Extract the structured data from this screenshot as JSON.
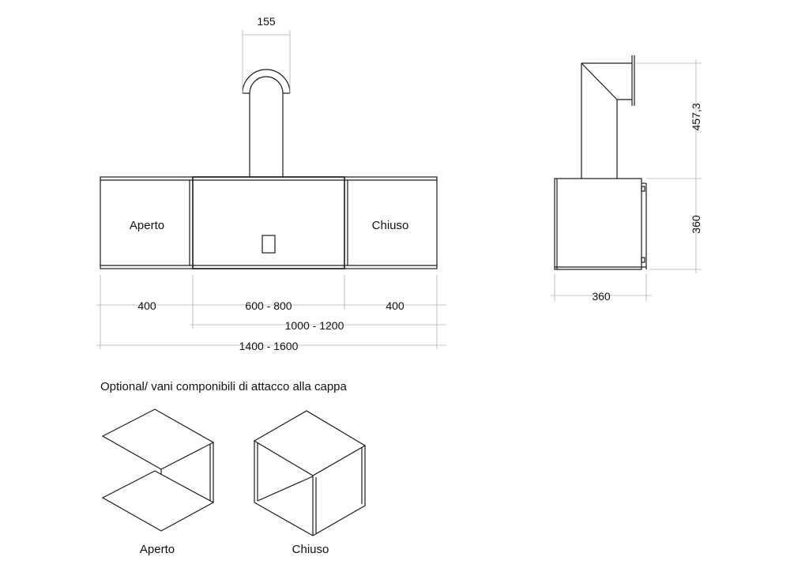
{
  "front_view": {
    "top_dimension": "155",
    "left_box_label": "Aperto",
    "right_box_label": "Chiuso",
    "dimensions": {
      "left_module": "400",
      "center_module": "600 - 800",
      "right_module": "400",
      "middle_total": "1000 - 1200",
      "overall_total": "1400 - 1600"
    }
  },
  "side_view": {
    "chimney_height": "457,3",
    "body_height": "360",
    "body_depth": "360"
  },
  "optional": {
    "caption": "Optional/  vani componibili di attacco alla cappa",
    "open_label": "Aperto",
    "closed_label": "Chiuso"
  }
}
